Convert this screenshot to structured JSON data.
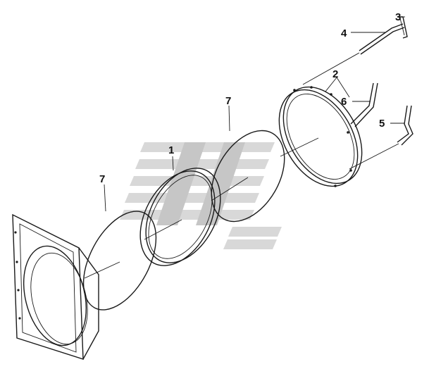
{
  "diagram": {
    "watermark_icon": "stylized-brand-logo-watermark",
    "callouts": [
      {
        "id": "callout-1",
        "label": "1"
      },
      {
        "id": "callout-2",
        "label": "2"
      },
      {
        "id": "callout-3",
        "label": "3"
      },
      {
        "id": "callout-4",
        "label": "4"
      },
      {
        "id": "callout-5",
        "label": "5"
      },
      {
        "id": "callout-6",
        "label": "6"
      },
      {
        "id": "callout-7a",
        "label": "7"
      },
      {
        "id": "callout-7b",
        "label": "7"
      }
    ],
    "colors": {
      "line": "#1a1a1a",
      "watermark": "#d8d8d8",
      "background": "#ffffff"
    }
  }
}
